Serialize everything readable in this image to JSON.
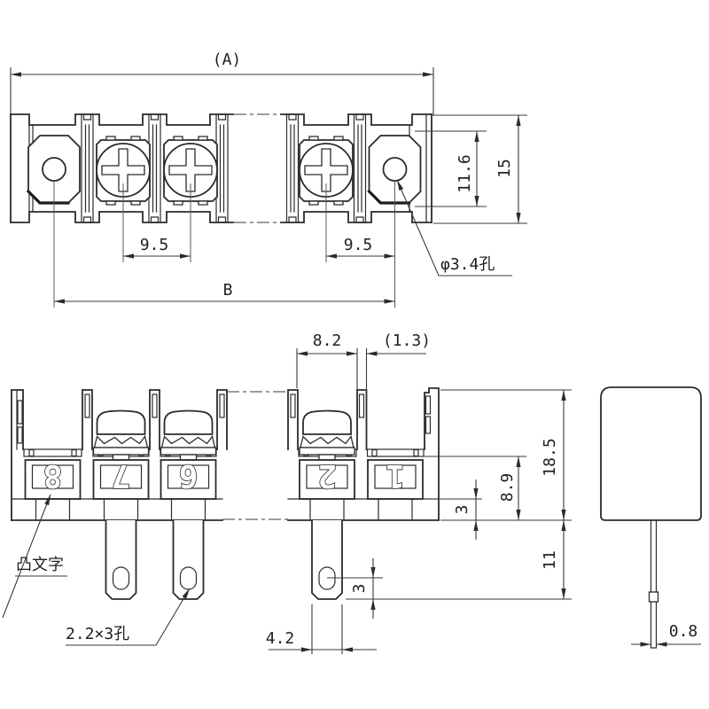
{
  "colors": {
    "background": "#ffffff",
    "line": "#2b2b2b",
    "dimension_line": "#3a3a3a",
    "text": "#1f1f1f"
  },
  "top_view": {
    "dim_overall_width": "(A)",
    "dim_pitch_left": "9.5",
    "dim_pitch_right": "9.5",
    "dim_mount_span": "B",
    "dim_clamp_height": "11.6",
    "dim_body_height": "15",
    "callout_mount_hole": "φ3.4孔"
  },
  "front_view": {
    "dim_pocket_width": "8.2",
    "dim_wall_thickness": "(1.3)",
    "dim_seat_height": "8.9",
    "dim_total_height": "18.5",
    "dim_base_step": "3",
    "dim_pin_hole_to_tip": "3",
    "dim_pin_length": "11",
    "dim_pin_width": "4.2",
    "callout_embossed_text": "凸文字",
    "callout_pin_hole": "2.2×3孔",
    "terminals": [
      "8",
      "7",
      "6",
      "2",
      "1"
    ]
  },
  "side_view": {
    "dim_pin_thickness": "0.8"
  }
}
